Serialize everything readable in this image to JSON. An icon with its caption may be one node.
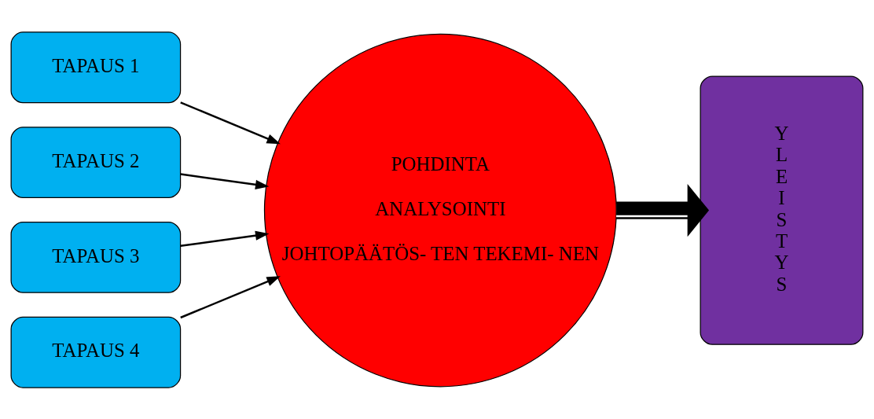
{
  "diagram": {
    "nodes": [
      {
        "text": [
          "TAPAUS 1"
        ]
      },
      {
        "text": [
          "TAPAUS 2"
        ]
      },
      {
        "text": [
          "TAPAUS 3"
        ]
      },
      {
        "text": [
          "TAPAUS 4"
        ]
      },
      {
        "text": [
          "POHDINTA",
          "ANALYSOINTI",
          "JOHTOPÄÄTÖS- TEN TEKEMI- NEN"
        ]
      },
      {
        "text": [
          "Y L E I S T Y S"
        ]
      }
    ],
    "edges": [
      {
        "from": 0,
        "to": 4,
        "arrow": "to"
      },
      {
        "from": 1,
        "to": 4,
        "arrow": "to"
      },
      {
        "from": 2,
        "to": 4,
        "arrow": "to"
      },
      {
        "from": 3,
        "to": 4,
        "arrow": "to"
      },
      {
        "from": 4,
        "to": 5,
        "arrow": "to",
        "style": "thick"
      }
    ]
  }
}
